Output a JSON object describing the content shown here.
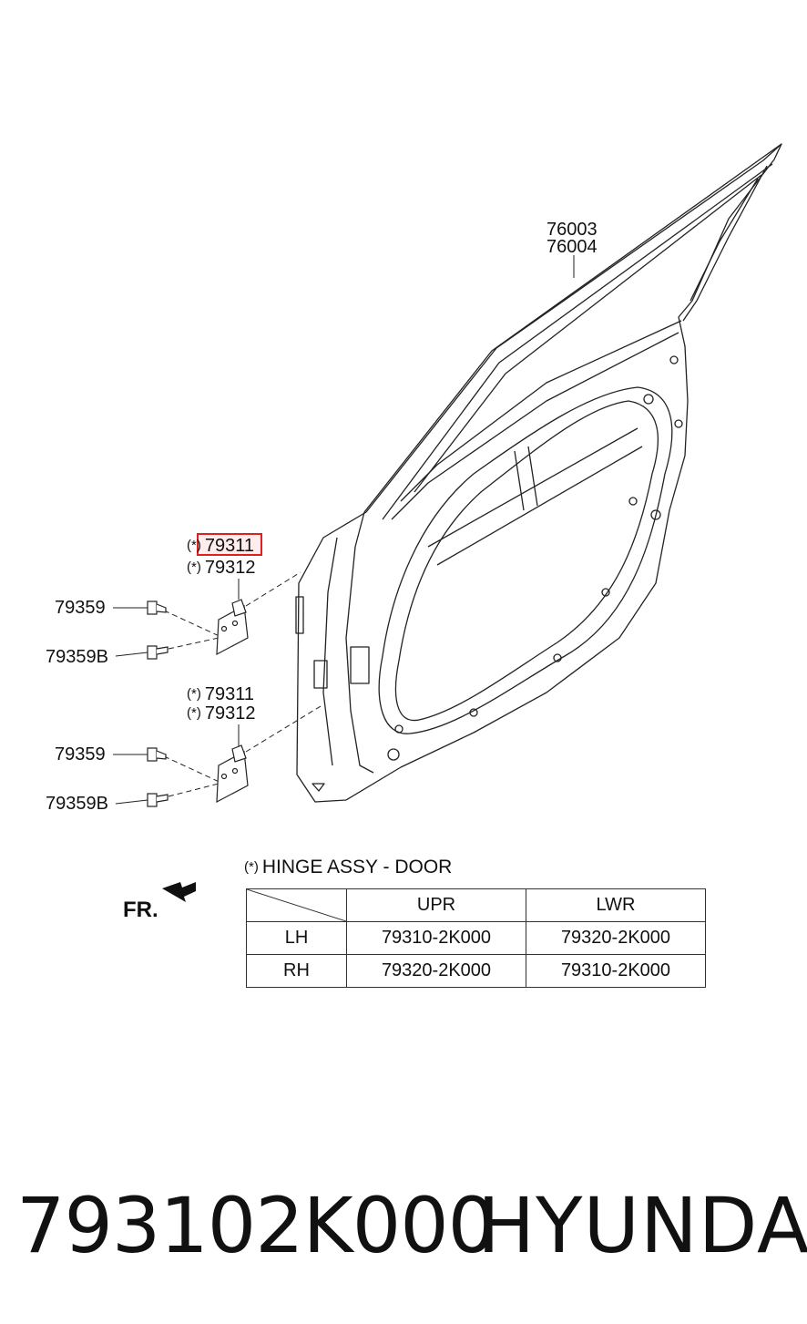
{
  "callouts": {
    "frame_upper": "76003",
    "frame_lower": "76004",
    "upper_hinge_a": "79311",
    "upper_hinge_b": "79312",
    "upper_bolt_a": "79359",
    "upper_bolt_b": "79359B",
    "lower_hinge_a": "79311",
    "lower_hinge_b": "79312",
    "lower_bolt_a": "79359",
    "lower_bolt_b": "79359B",
    "asterisk": "(*)"
  },
  "highlight": {
    "color": "#e02020",
    "target": "79311"
  },
  "hinge_note": "HINGE ASSY - DOOR",
  "hinge_table": {
    "headers": [
      "",
      "UPR",
      "LWR"
    ],
    "rows": [
      {
        "side": "LH",
        "upr": "79310-2K000",
        "lwr": "79320-2K000"
      },
      {
        "side": "RH",
        "upr": "79320-2K000",
        "lwr": "79310-2K000"
      }
    ]
  },
  "front_indicator": "FR.",
  "part_number": "793102K000",
  "brand": "HYUNDAI"
}
